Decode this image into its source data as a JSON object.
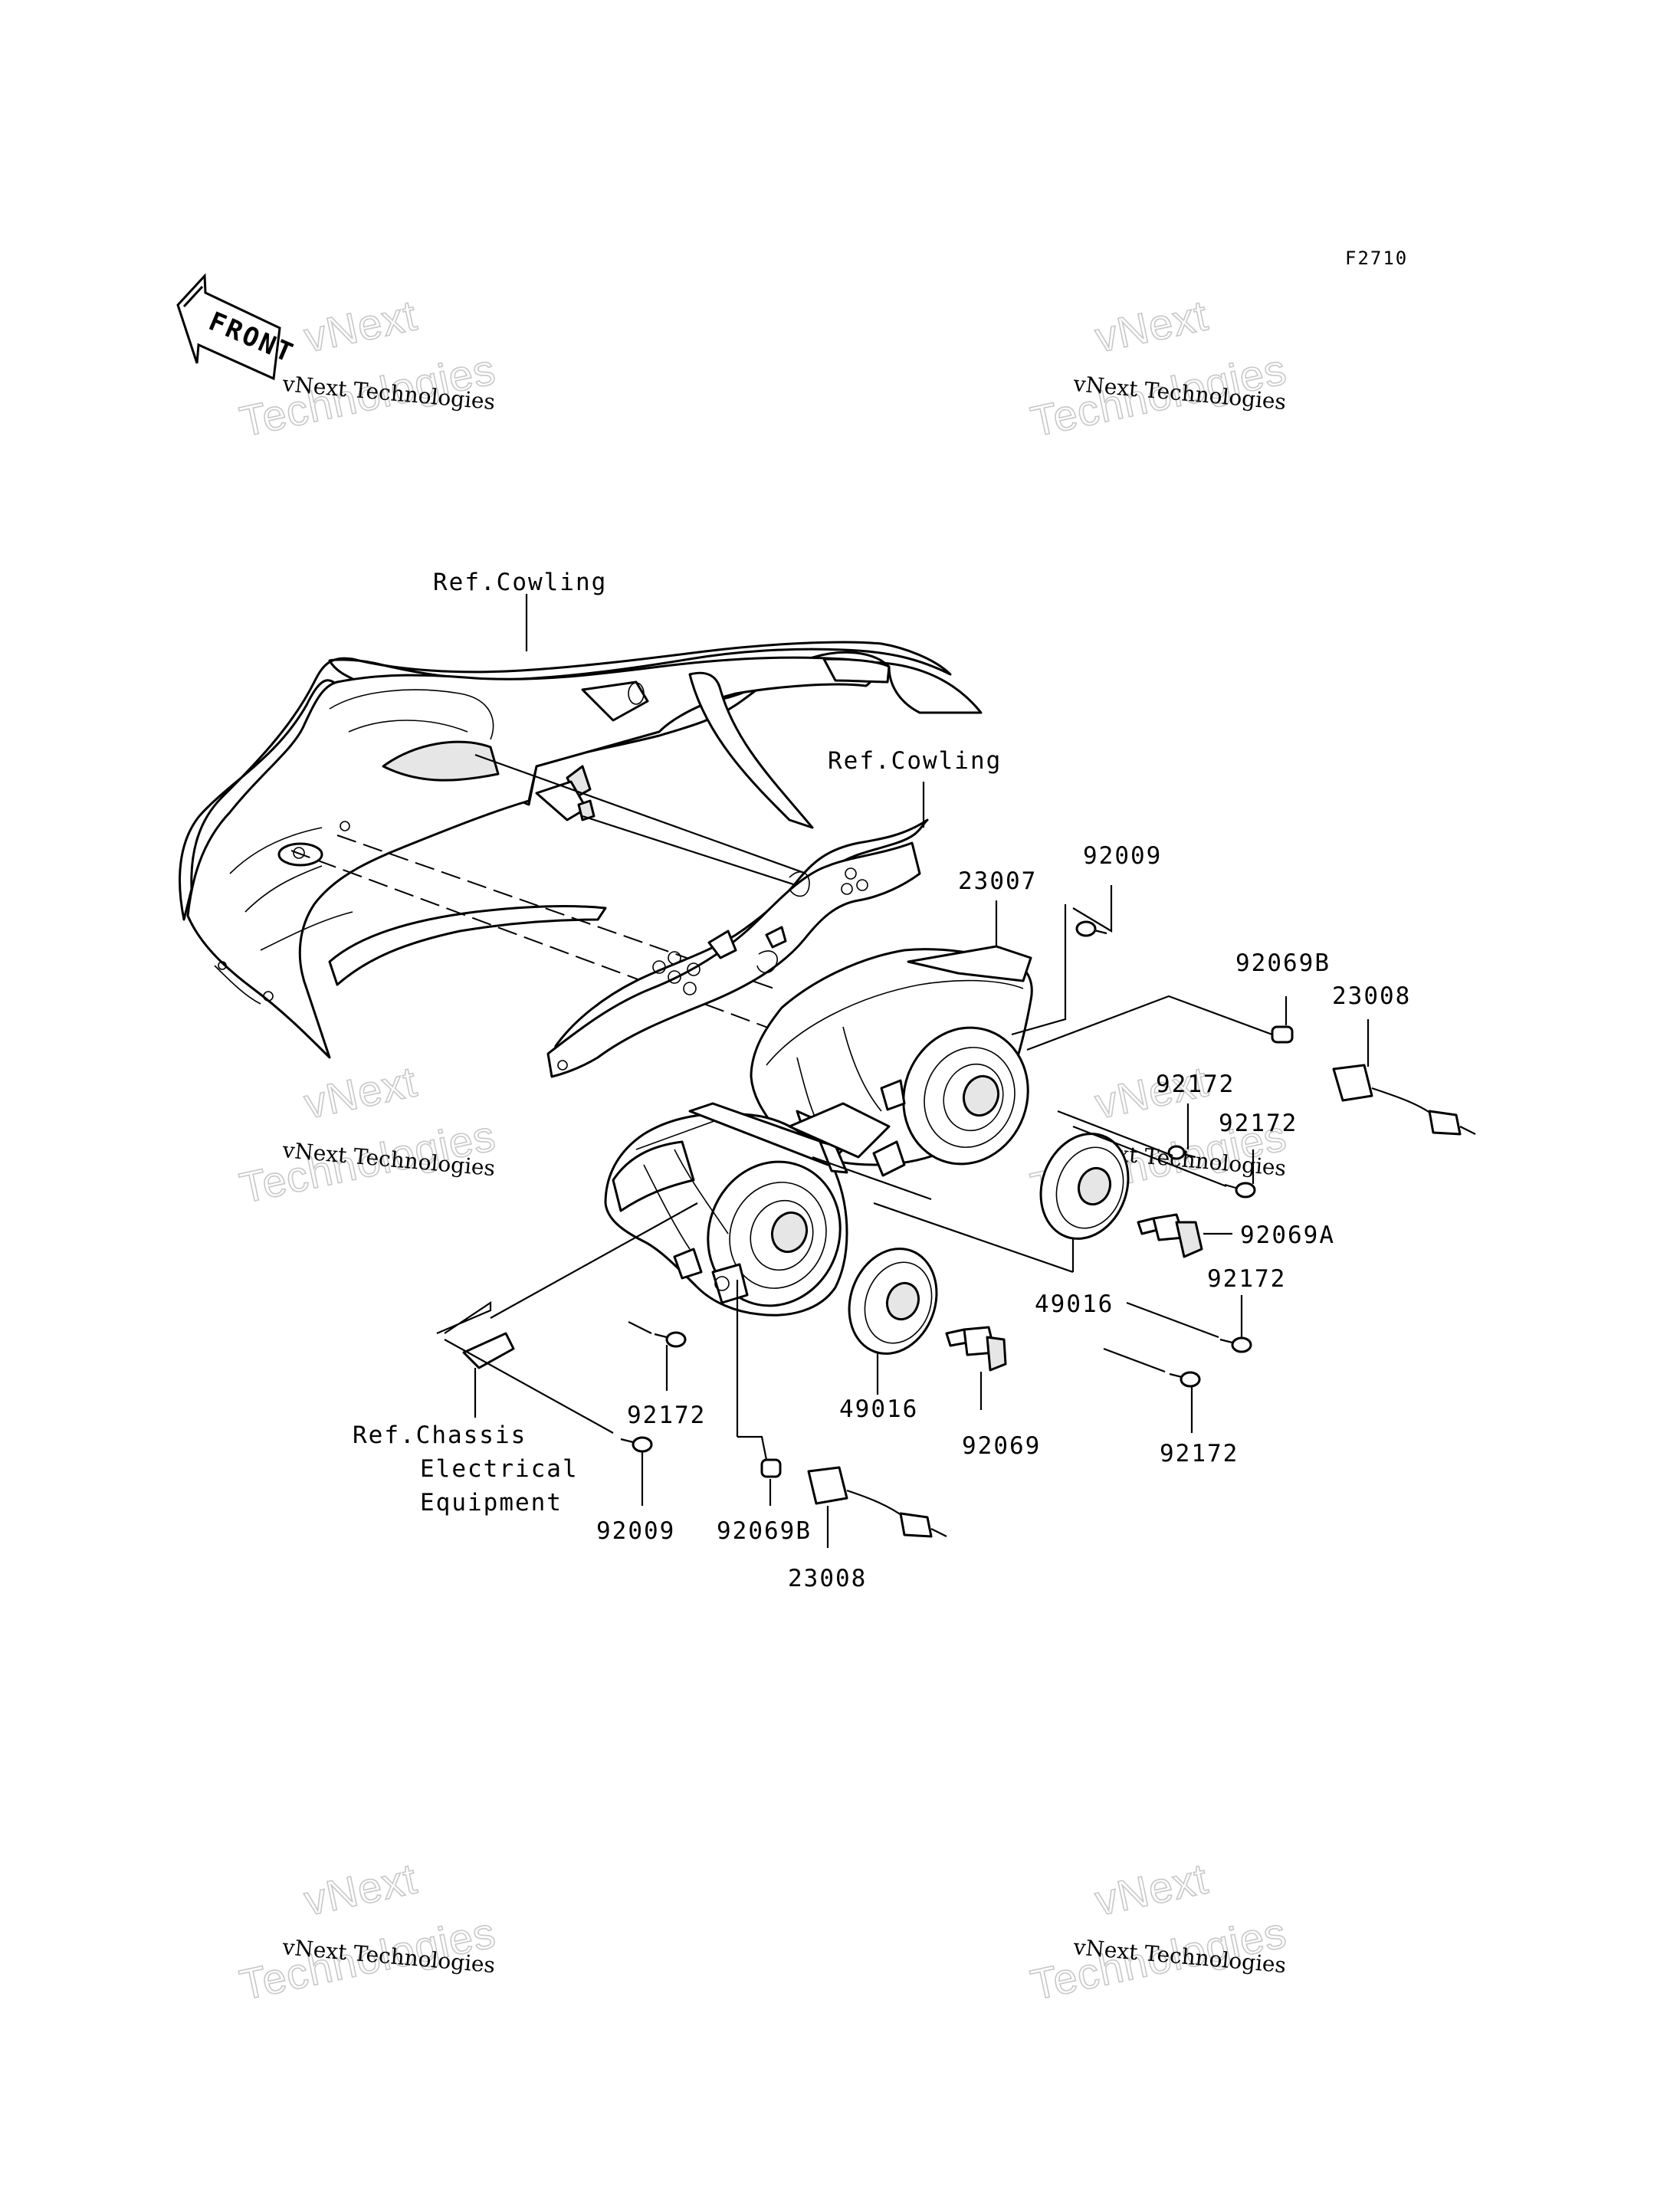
{
  "figure_code": "F2710",
  "front_arrow": {
    "label": "FRONT",
    "icon": "front-direction-arrow-icon"
  },
  "watermarks": [
    {
      "line": "vNext Technologies",
      "big_top": "vNext",
      "big_bottom": "Technologies"
    },
    {
      "line": "vNext Technologies",
      "big_top": "vNext",
      "big_bottom": "Technologies"
    },
    {
      "line": "vNext Technologies",
      "big_top": "vNext",
      "big_bottom": "Technologies"
    },
    {
      "line": "vNext Technologies",
      "big_top": "vNext",
      "big_bottom": "Technologies"
    },
    {
      "line": "vNext Technologies",
      "big_top": "vNext",
      "big_bottom": "Technologies"
    },
    {
      "line": "vNext Technologies",
      "big_top": "vNext",
      "big_bottom": "Technologies"
    }
  ],
  "references": {
    "cowling_upper": "Ref.Cowling",
    "cowling_lower": "Ref.Cowling",
    "chassis_line1": "Ref.Chassis",
    "chassis_line2": "Electrical",
    "chassis_line3": "Equipment"
  },
  "parts": {
    "p23007": "23007",
    "p92009_top": "92009",
    "p92069b_right": "92069B",
    "p23008_right": "23008",
    "p92172_a": "92172",
    "p92172_b": "92172",
    "p92069a": "92069A",
    "p92172_c": "92172",
    "p49016_right": "49016",
    "p92172_left": "92172",
    "p49016_left": "49016",
    "p92069": "92069",
    "p92172_bottom": "92172",
    "p92009_bottom": "92009",
    "p92069b_bottom": "92069B",
    "p23008_bottom": "23008"
  }
}
